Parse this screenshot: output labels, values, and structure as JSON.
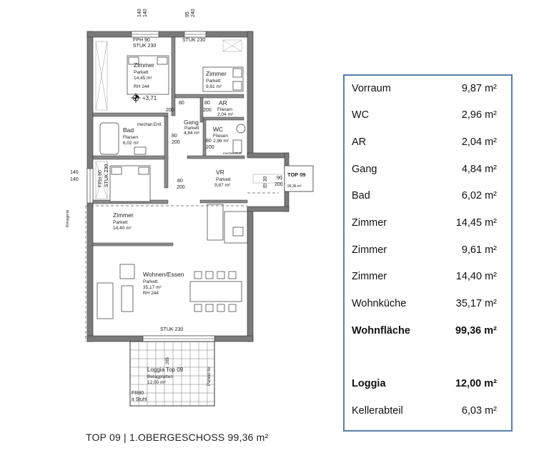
{
  "plan": {
    "dims": {
      "top_left_a": "140",
      "top_left_b": "140",
      "top_right_a": "95",
      "top_right_b": "240",
      "left_a": "140",
      "left_b": "140",
      "d80": "80",
      "d200": "200",
      "d90": "90"
    },
    "windows": {
      "fph90": "FPH 90",
      "stuk230": "STUK 230",
      "stuk230b": "STUK 230",
      "fph90_left": "FPH 90",
      "stuk230_left": "STUK 230",
      "stuk230_bottom": "STUK 230",
      "fr80": "FR80",
      "fr80_b": "it Stuhl"
    },
    "rooms": {
      "zimmer1": {
        "name": "Zimmer",
        "floor": "Parkett",
        "area": "14,45 m²",
        "rh": "RH 244"
      },
      "level": "+3,71",
      "zimmer2": {
        "name": "Zimmer",
        "floor": "Parkett",
        "area": "9,61 m²"
      },
      "ar": {
        "name": "AR",
        "floor": "Fliesen",
        "area": "2,04 m²"
      },
      "gang": {
        "name": "Gang",
        "floor": "Parkett",
        "area": "4,84 m²"
      },
      "bad": {
        "name": "Bad",
        "floor": "Fliesen",
        "area": "6,02 m²"
      },
      "wc": {
        "name": "WC",
        "floor": "Fliesen",
        "area": "2,96 m²"
      },
      "vr": {
        "name": "VR",
        "floor": "Parkett",
        "area": "9,87 m²"
      },
      "zimmer3": {
        "name": "Zimmer",
        "floor": "Parkett",
        "area": "14,40 m²"
      },
      "wohnen": {
        "name": "Wohnen/Essen",
        "floor": "Parkett",
        "area": "35,17 m²",
        "rh": "RH 244"
      },
      "loggia": {
        "name": "Loggia Top 09",
        "floor": "Belagplatten",
        "area": "12,00 m²"
      }
    },
    "mechan": "mechan.Entl.",
    "mechan2": "mechan.Entl.",
    "ei": "EI 30",
    "klima": "Klimagerät",
    "paneel": "Paneel 6x",
    "h285": "285",
    "top_box": {
      "title": "TOP 09",
      "area": "99,36 m²"
    }
  },
  "caption": "TOP 09 | 1.OBERGESCHOSS 99,36 m²",
  "areas": [
    {
      "label": "Vorraum",
      "value": "9,87 m²"
    },
    {
      "label": "WC",
      "value": "2,96 m²"
    },
    {
      "label": "AR",
      "value": "2,04 m²"
    },
    {
      "label": "Gang",
      "value": "4,84 m²"
    },
    {
      "label": "Bad",
      "value": "6,02 m²"
    },
    {
      "label": "Zimmer",
      "value": "14,45 m²"
    },
    {
      "label": "Zimmer",
      "value": "9,61 m²"
    },
    {
      "label": "Zimmer",
      "value": "14,40 m²"
    },
    {
      "label": "Wohnküche",
      "value": "35,17 m²"
    }
  ],
  "total": {
    "label": "Wohnfläche",
    "value": "99,36 m²"
  },
  "loggia": {
    "label": "Loggia",
    "value": "12,00 m²"
  },
  "keller": {
    "label": "Kellerabteil",
    "value": "6,03 m²"
  }
}
